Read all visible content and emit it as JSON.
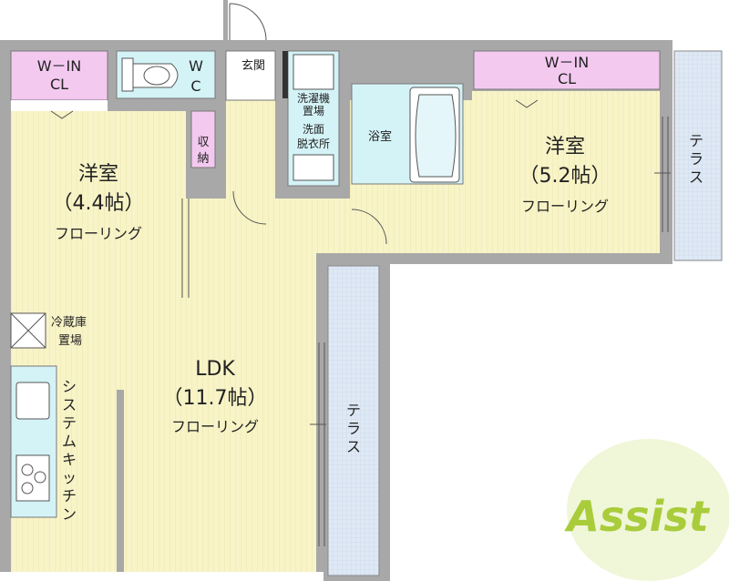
{
  "rooms": {
    "bedroom_left": {
      "name": "洋室",
      "size": "（4.4帖）",
      "floor": "フローリング"
    },
    "bedroom_right": {
      "name": "洋室",
      "size": "（5.2帖）",
      "floor": "フローリング"
    },
    "ldk": {
      "name": "LDK",
      "size": "（11.7帖）",
      "floor": "フローリング"
    },
    "closet_left": {
      "line1": "W－IN",
      "line2": "CL"
    },
    "closet_right": {
      "line1": "W－IN",
      "line2": "CL"
    },
    "wc": {
      "line1": "W",
      "line2": "C"
    },
    "entrance": "玄関",
    "storage": {
      "line1": "収",
      "line2": "納"
    },
    "laundry": {
      "line1": "洗濯機",
      "line2": "置場",
      "line3": "洗面",
      "line4": "脱衣所"
    },
    "bath": "浴室",
    "fridge": {
      "line1": "冷蔵庫",
      "line2": "置場"
    },
    "kitchen": [
      "シ",
      "ス",
      "テ",
      "ム",
      "キ",
      "ッ",
      "チ",
      "ン"
    ],
    "terrace_right": [
      "テ",
      "ラ",
      "ス"
    ],
    "terrace_bottom": [
      "テ",
      "ラ",
      "ス"
    ]
  },
  "logo": {
    "text": "Assist"
  },
  "colors": {
    "wall": "#9c9c9c",
    "floor": "#f7f3c6",
    "closet": "#f4c9f0",
    "wet": "#d4f3f7",
    "terrace": "#dde7f3",
    "logo": "#a9cc3b"
  }
}
